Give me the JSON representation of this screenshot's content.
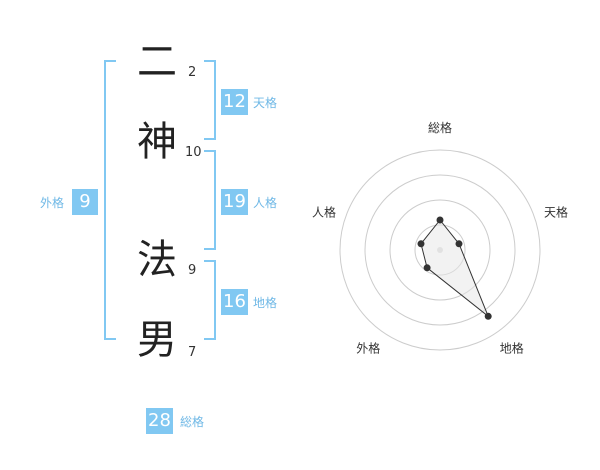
{
  "name": {
    "chars": [
      {
        "char": "二",
        "strokes": "2"
      },
      {
        "char": "神",
        "strokes": "10"
      },
      {
        "char": "法",
        "strokes": "9"
      },
      {
        "char": "男",
        "strokes": "7"
      }
    ]
  },
  "fortunes": {
    "tenkaku": {
      "value": "12",
      "label": "天格"
    },
    "jinkaku": {
      "value": "19",
      "label": "人格"
    },
    "chikaku": {
      "value": "16",
      "label": "地格"
    },
    "gaikaku": {
      "value": "9",
      "label": "外格"
    },
    "soukaku": {
      "value": "28",
      "label": "総格"
    }
  },
  "chart_data": {
    "type": "radar",
    "axes": [
      "総格",
      "天格",
      "地格",
      "外格",
      "人格"
    ],
    "series": [
      {
        "values": [
          0.3,
          0.2,
          0.82,
          0.22,
          0.2
        ]
      }
    ],
    "rings": 4,
    "colors": {
      "ring": "#cccccc",
      "line": "#333333",
      "fill": "#e6e6e6"
    }
  }
}
